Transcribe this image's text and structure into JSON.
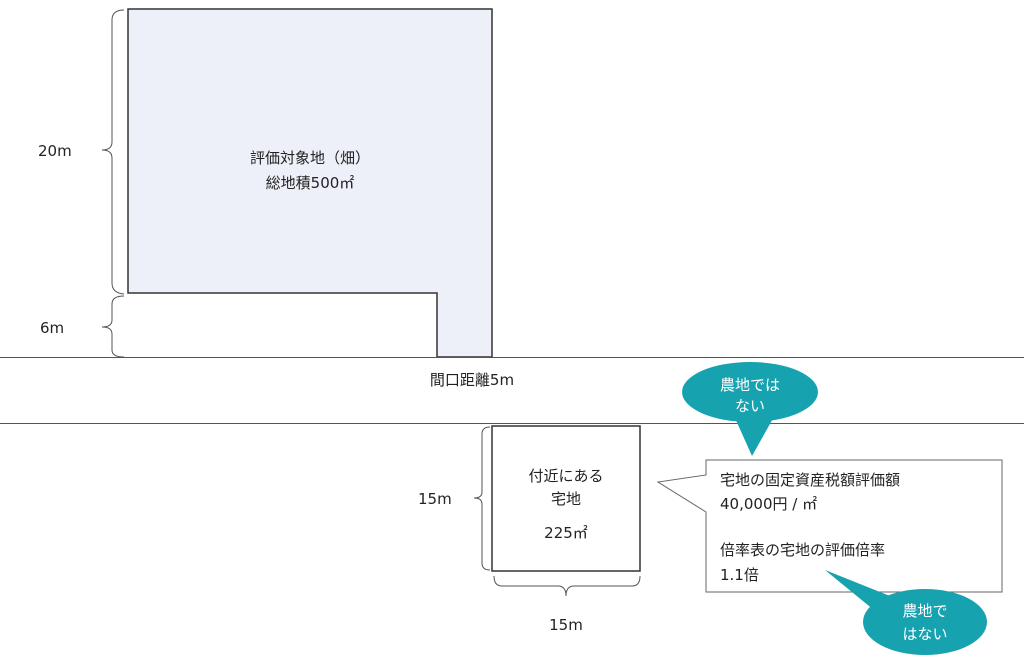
{
  "colors": {
    "plot_fill": "#eef0f9",
    "callout_teal": "#17a2b0",
    "line": "#333333"
  },
  "target_land": {
    "line1": "評価対象地（畑）",
    "line2": "総地積500㎡"
  },
  "dimensions": {
    "depth_main": "20m",
    "depth_access": "6m",
    "frontage": "間口距離5m",
    "nearby_depth": "15m",
    "nearby_width": "15m"
  },
  "nearby_lot": {
    "line1": "付近にある",
    "line2": "宅地",
    "area": "225㎡"
  },
  "info_callout": {
    "line1": "宅地の固定資産税額評価額",
    "line2": "40,000円 / ㎡",
    "line3": "倍率表の宅地の評価倍率",
    "line4": "1.1倍"
  },
  "bubble_top": {
    "line1": "農地では",
    "line2": "ない"
  },
  "bubble_bottom": {
    "line1": "農地で",
    "line2": "はない"
  }
}
